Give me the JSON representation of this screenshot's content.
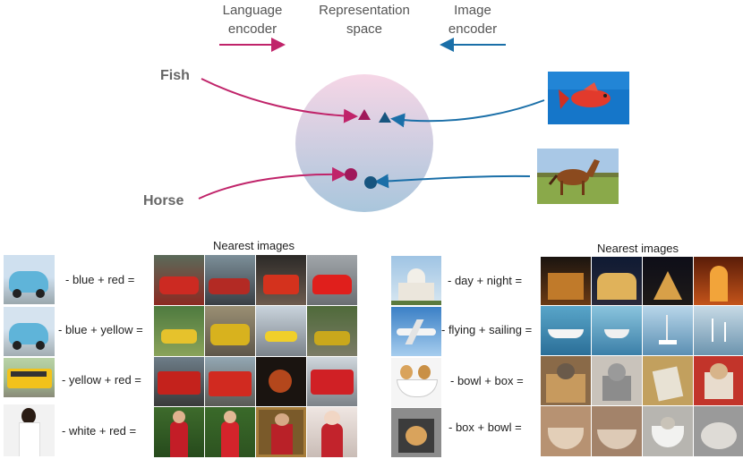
{
  "header": {
    "language_encoder": [
      "Language",
      "encoder"
    ],
    "representation_space": [
      "Representation",
      "space"
    ],
    "image_encoder": [
      "Image",
      "encoder"
    ]
  },
  "words": {
    "fish": "Fish",
    "horse": "Horse"
  },
  "colors": {
    "language": "#c0246a",
    "image": "#1a6fa8",
    "sphere_top": "#f6d6e6",
    "sphere_bottom": "#a9c6dc"
  },
  "left_panel": {
    "title": "Nearest images",
    "rows": [
      {
        "label": "- blue + red ="
      },
      {
        "label": "- blue + yellow ="
      },
      {
        "label": "- yellow + red ="
      },
      {
        "label": "- white + red ="
      }
    ]
  },
  "right_panel": {
    "title": "Nearest images",
    "rows": [
      {
        "label": "- day + night ="
      },
      {
        "label": "- flying + sailing ="
      },
      {
        "label": "- bowl + box ="
      },
      {
        "label": "- box + bowl ="
      }
    ]
  }
}
